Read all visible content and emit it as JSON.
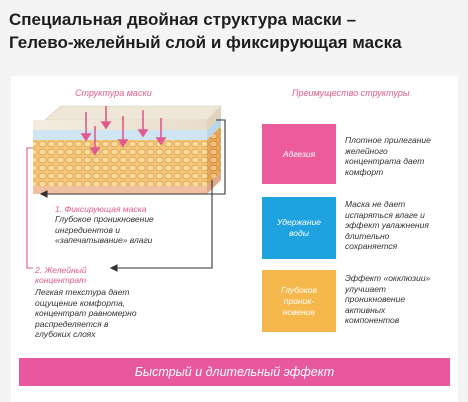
{
  "header": {
    "title_line1": "Специальная двойная структура маски –",
    "title_line2": "Гелево-желейный  слой  и фиксирующая маска"
  },
  "structure": {
    "heading": "Структура маски",
    "step1_title": "1. Фиксирующая маска",
    "step1_body_1": "Глубокое проникновение",
    "step1_body_2": "ингредиентов и",
    "step1_body_3": "«запечатывание» влаги",
    "step2_title_1": "2. Желейный",
    "step2_title_2": "концентрат",
    "step2_body_1": "Легкая текстура дает",
    "step2_body_2": "ощущение комфорта,",
    "step2_body_3": "концентрат равномерно",
    "step2_body_4": "распределяется в",
    "step2_body_5": "глубоких слоях"
  },
  "advantages": {
    "heading": "Преимущество структуры",
    "items": [
      {
        "label": "Адгезия",
        "desc_1": "Плотное прилегание",
        "desc_2": "желейного",
        "desc_3": "концентрата дает",
        "desc_4": "комфорт",
        "color": "#ec5c9b"
      },
      {
        "label_1": "Удержание",
        "label_2": "воды",
        "desc_1": "Маска не дает",
        "desc_2": "испаряться влаге и",
        "desc_3": "эффект увлажнения",
        "desc_4": "длительно",
        "desc_5": "сохраняется",
        "color": "#1fa3e0"
      },
      {
        "label_1": "Глубокое",
        "label_2": "проник-",
        "label_3": "новение",
        "desc_1": "Эффект «окклюзии»",
        "desc_2": "улучшает",
        "desc_3": "проникновение",
        "desc_4": "активных",
        "desc_5": "компонентов",
        "color": "#f6b84c"
      }
    ]
  },
  "banner": {
    "text": "Быстрый и длительный эффект"
  },
  "colors": {
    "accent_pink": "#e15b8d",
    "banner_pink": "#e7589f",
    "background": "#f4f4f4"
  }
}
